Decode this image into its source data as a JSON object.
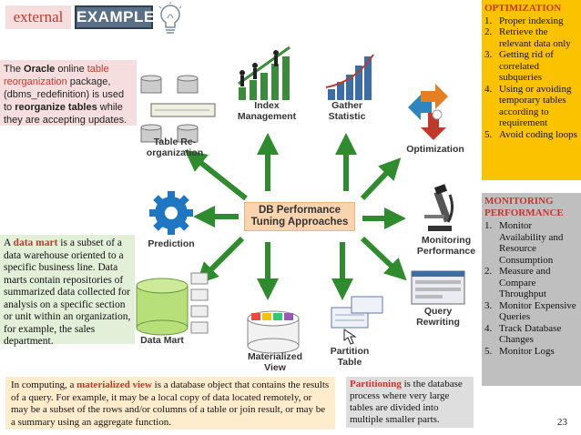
{
  "header": {
    "external_label": "external",
    "example_badge": "EXAMPLE",
    "bulb_icon": "lightbulb-icon"
  },
  "oracle_note": {
    "prefix": "The ",
    "oracle": "Oracle",
    "mid1": " online ",
    "table_reorg": "table reorganization",
    "mid2": " package, (dbms_redefinition) is used to ",
    "reorg_tables": "reorganize tables",
    "suffix": " while they are accepting updates."
  },
  "data_mart_note": {
    "prefix": "A ",
    "term": "data mart",
    "text": " is a subset of a data warehouse oriented to a specific business line. Data marts contain repositories of summarized data collected for analysis on a specific section or unit within an organization, for example, the sales department."
  },
  "optimization": {
    "title": "OPTIMIZATION",
    "items": [
      "Proper indexing",
      "Retrieve the relevant data only",
      "Getting rid of correlated subqueries",
      "Using or avoiding temporary tables according to requirement",
      "Avoid coding loops"
    ]
  },
  "monitoring": {
    "title": "MONITORING PERFORMANCE",
    "items": [
      "Monitor Availability and Resource Consumption",
      "Measure and Compare Throughput",
      "Monitor Expensive Queries",
      "Track Database Changes",
      "Monitor Logs"
    ]
  },
  "materialized_view_note": {
    "prefix": "In computing, a ",
    "term": "materialized view",
    "text": " is a database object that contains the results of a query. For example, it may be a local copy of data located remotely, or may be a subset of the rows and/or columns of a table or join result, or may be a summary using an aggregate function."
  },
  "partitioning_note": {
    "term": "Partitioning",
    "text": " is the database process where very large tables are divided into multiple smaller parts."
  },
  "diagram": {
    "center_title": "DB Performance Tuning Approaches",
    "nodes": {
      "table_reorg": "Table Re-organization",
      "index_mgmt": "Index Management",
      "gather_stat": "Gather Statistic",
      "optimization": "Optimization",
      "prediction": "Prediction",
      "monitoring": "Monitoring Performance",
      "data_mart": "Data Mart",
      "materialized_view": "Materialized View",
      "partition_table": "Partition Table",
      "query_rewriting": "Query Rewriting"
    },
    "arrow_color": "#2e8b2e",
    "center_fill": "#f9d4ae"
  },
  "page_number": "23"
}
